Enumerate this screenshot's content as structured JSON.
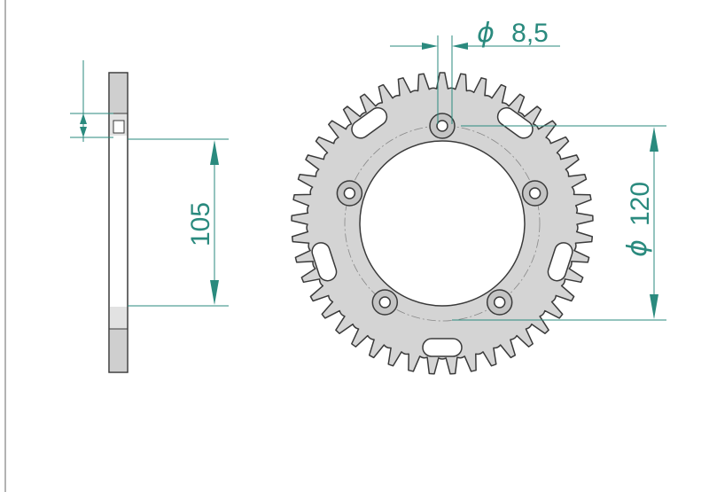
{
  "drawing": {
    "teeth_count": 45,
    "bolt_holes": 5,
    "lightening_slots": 5
  },
  "dimensions": {
    "hole_diameter": {
      "symbol": "ϕ",
      "value": "8,5"
    },
    "pitch_circle": {
      "symbol": "ϕ",
      "value": "120"
    },
    "side_height": {
      "value": "105"
    }
  },
  "colors": {
    "part_fill": "#d4d4d4",
    "outline": "#3a3a3a",
    "dimension": "#2a8a7e"
  }
}
